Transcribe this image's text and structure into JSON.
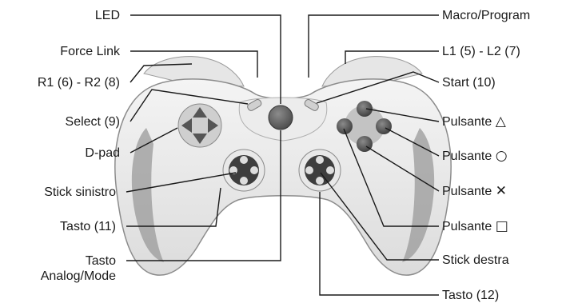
{
  "labels_left": {
    "led": "LED",
    "force_link": "Force Link",
    "r1_r2": "R1 (6) - R2 (8)",
    "select": "Select (9)",
    "dpad": "D-pad",
    "stick_sinistro": "Stick sinistro",
    "tasto_11": "Tasto (11)",
    "tasto_analog_line1": "Tasto",
    "tasto_analog_line2": "Analog/Mode"
  },
  "labels_right": {
    "macro_program": "Macro/Program",
    "l1_l2": "L1 (5) - L2 (7)",
    "start": "Start (10)",
    "pulsante_triangle_text": "Pulsante",
    "pulsante_triangle_symbol": "△",
    "pulsante_circle_text": "Pulsante",
    "pulsante_circle_symbol": "○",
    "pulsante_cross_text": "Pulsante",
    "pulsante_cross_symbol": "✕",
    "pulsante_square_text": "Pulsante",
    "pulsante_square_symbol": "□",
    "stick_destra": "Stick destra",
    "tasto_12": "Tasto (12)"
  }
}
